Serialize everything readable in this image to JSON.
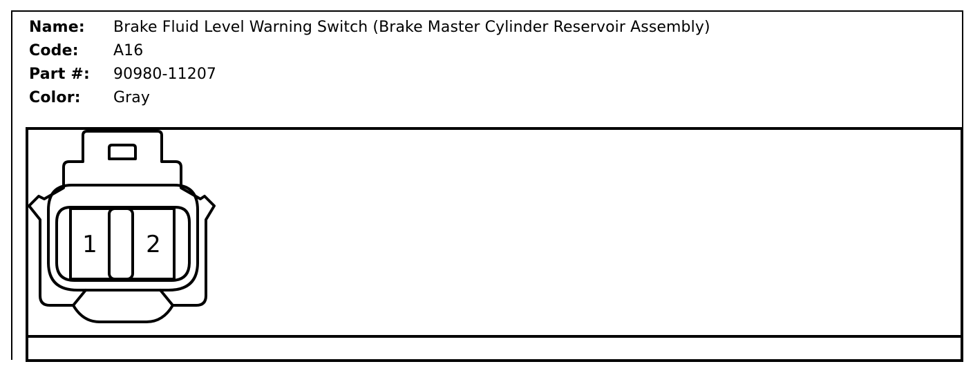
{
  "connector": {
    "name_label": "Name:",
    "name_value": "Brake Fluid Level Warning Switch (Brake Master Cylinder Reservoir Assembly)",
    "code_label": "Code:",
    "code_value": "A16",
    "part_label": "Part #:",
    "part_value": "90980-11207",
    "color_label": "Color:",
    "color_value": "Gray"
  },
  "pins": [
    {
      "number": "1"
    },
    {
      "number": "2"
    }
  ]
}
